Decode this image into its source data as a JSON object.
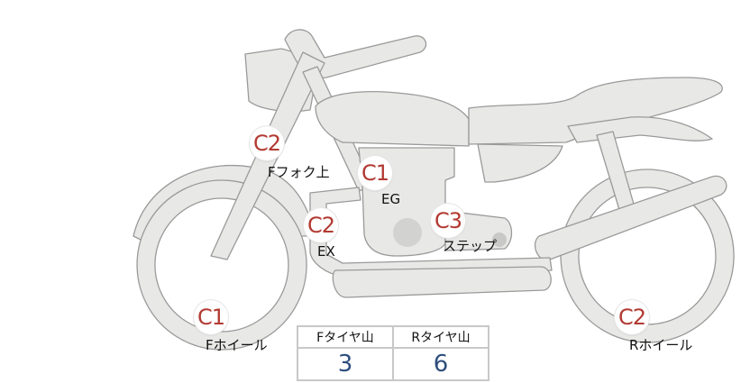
{
  "markers": {
    "fork_upper": "C2",
    "engine": "C1",
    "exhaust": "C2",
    "step": "C3",
    "front_wheel": "C1",
    "rear_wheel": "C2"
  },
  "labels": {
    "fork_upper": "Fフォク上",
    "engine": "EG",
    "exhaust": "EX",
    "step": "ステップ",
    "front_wheel": "Fホイール",
    "rear_wheel": "Rホイール"
  },
  "tread_table": {
    "front_header": "Fタイヤ山",
    "rear_header": "Rタイヤ山",
    "front_value": "3",
    "rear_value": "6"
  },
  "colors": {
    "bike_fill": "#e8e8e6",
    "bike_stroke": "#9a9a9a",
    "marker_text": "#b23a32",
    "value_text": "#2e4e7e"
  }
}
